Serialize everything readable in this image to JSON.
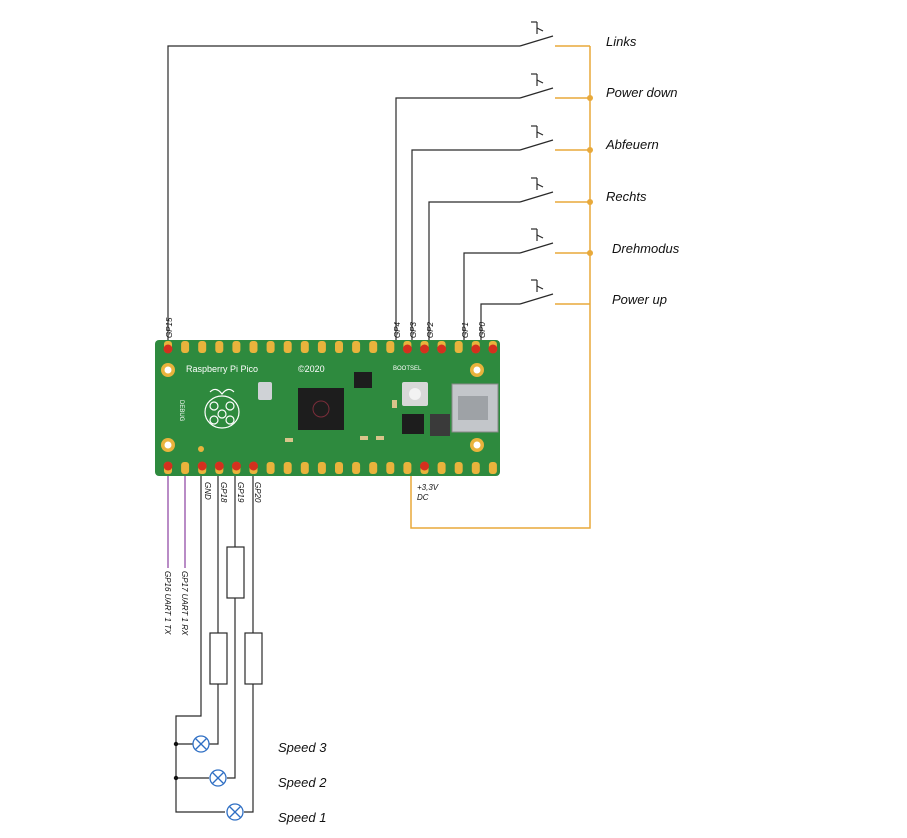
{
  "colors": {
    "board": "#2e8a3e",
    "board_dark": "#1f6e2f",
    "pad": "#e9b33c",
    "pad_active": "#d4301e",
    "wire_black": "#2a2a2a",
    "wire_orange": "#e8a93a",
    "wire_purple": "#8a3fa0",
    "lamp": "#2f6fc4"
  },
  "board": {
    "title": "Raspberry Pi Pico",
    "copyright": "©2020",
    "bootsel": "BOOTSEL",
    "debug": "DEBUG"
  },
  "buttons": [
    {
      "label": "Links",
      "pin": "GP15"
    },
    {
      "label": "Power down",
      "pin": "GP4"
    },
    {
      "label": "Abfeuern",
      "pin": "GP3"
    },
    {
      "label": "Rechts",
      "pin": "GP2"
    },
    {
      "label": "Drehmodus",
      "pin": "GP1"
    },
    {
      "label": "Power up",
      "pin": "GP0"
    }
  ],
  "top_pins": {
    "gp15": "GP15",
    "gp4": "GP4",
    "gp3": "GP3",
    "gp2": "GP2",
    "gp1": "GP1",
    "gp0": "GP0"
  },
  "bottom_pins": {
    "gnd": "GND",
    "gp18": "GP18",
    "gp19": "GP19",
    "gp20": "GP20",
    "power": "+3,3V",
    "power_sub": "DC"
  },
  "uart": {
    "rx": "GP17 UART 1 RX",
    "tx": "GP16 UART 1 TX"
  },
  "speeds": {
    "s3": "Speed 3",
    "s2": "Speed 2",
    "s1": "Speed 1"
  }
}
